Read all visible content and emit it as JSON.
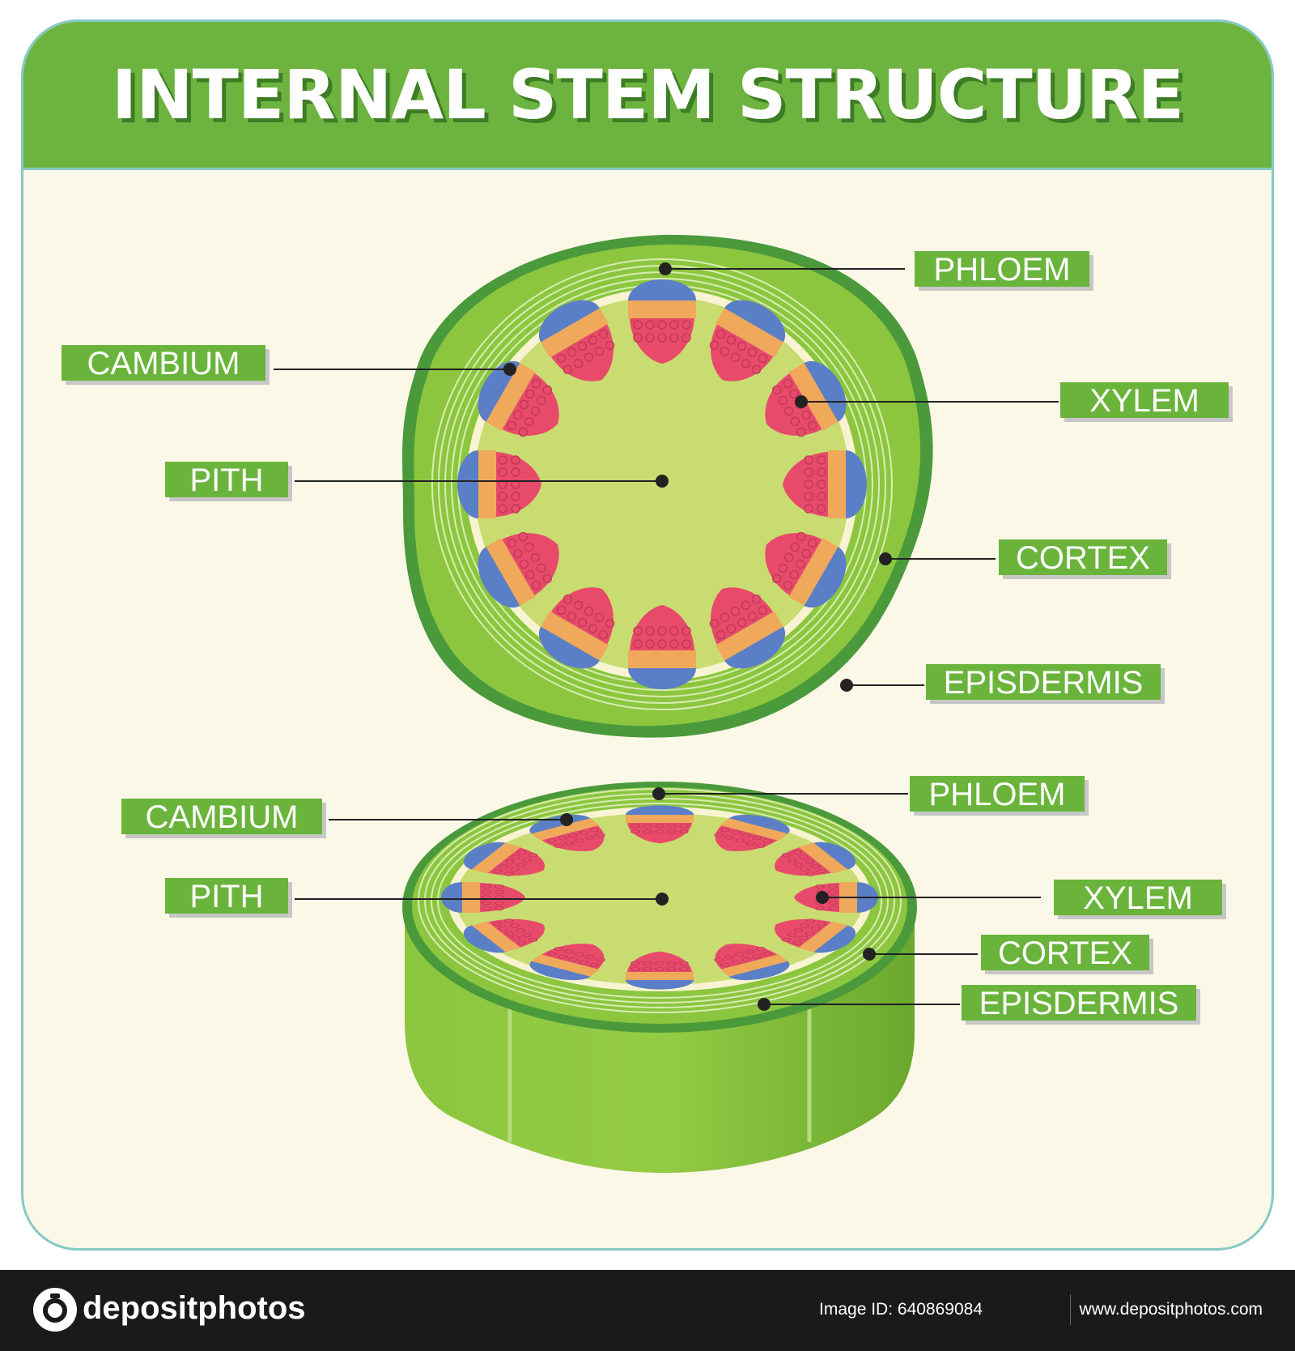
{
  "title": "INTERNAL STEM STRUCTURE",
  "top_view": {
    "labels": {
      "phloem": "PHLOEM",
      "cambium": "CAMBIUM",
      "xylem": "XYLEM",
      "pith": "PITH",
      "cortex": "CORTEX",
      "epidermis": "EPISDERMIS"
    }
  },
  "cylinder_view": {
    "labels": {
      "phloem": "PHLOEM",
      "cambium": "CAMBIUM",
      "pith": "PITH",
      "xylem": "XYLEM",
      "cortex": "CORTEX",
      "epidermis": "EPISDERMIS"
    }
  },
  "footer": {
    "brand": "depositphotos",
    "image_id": "Image ID: 640869084",
    "site": "www.depositphotos.com"
  },
  "colors": {
    "header": "#6db33f",
    "background": "#fcf8e8",
    "epidermis": "#4a9a3c",
    "cortex": "#8cc63f",
    "pith": "#c9dc72",
    "phloem": "#5b7fc7",
    "cambium": "#f0a95a",
    "xylem": "#e84a6a",
    "label": "#6ab43c"
  }
}
